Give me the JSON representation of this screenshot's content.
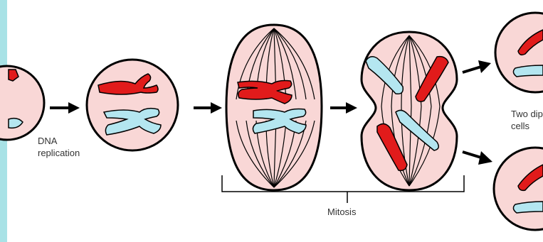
{
  "colors": {
    "side_strip": "#a8e2e6",
    "cell_fill": "#f9d7d6",
    "outline": "#000000",
    "chromosome_red": "#e11b1b",
    "chromosome_blue": "#b4e6f0",
    "arrow": "#000000",
    "label_text": "#333333"
  },
  "labels": {
    "dna_replication_line1": "DNA",
    "dna_replication_line2": "replication",
    "mitosis": "Mitosis",
    "two_cells_line1": "Two dip",
    "two_cells_line2": "cells"
  },
  "icons": {
    "arrow": "right-arrow-icon"
  }
}
